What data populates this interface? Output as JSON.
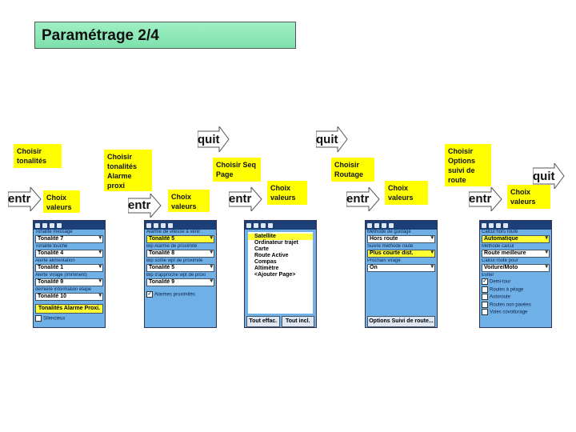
{
  "title": "Paramétrage 2/4",
  "notes": {
    "n1": "Choisir tonalités",
    "n2": "Choix valeurs",
    "n3": "Choisir tonalités Alarme proxi",
    "n4": "Choix valeurs",
    "n5": "Choisir Seq Page",
    "n6": "Choix valeurs",
    "n7": "Choisir Routage",
    "n8": "Choix valeurs",
    "n9": "Choisir Options suivi de route",
    "n10": "Choix valeurs"
  },
  "arrows": {
    "entr": "entr",
    "quit": "quit"
  },
  "screen1": {
    "l1": "Tonalité message",
    "v1": "Tonalité 7",
    "l2": "Tonalité touche",
    "v2": "Tonalité 4",
    "l3": "Alerte alimentation",
    "v3": "Tonalité 1",
    "l4": "Alerte Virage (Imminent)",
    "v4": "Tonalité 9",
    "l5": "dernière information étape",
    "v5": "Tonalité 10",
    "button": "Tonalités Alarme Proxi.",
    "check": "Silencieux"
  },
  "screen2": {
    "l1": "Alarme de vitesse à venir",
    "v1": "Tonalité 5",
    "l2": "Bip Alarme de proximité",
    "v2": "Tonalité 8",
    "l3": "Bip sortie wpt de proximité",
    "v3": "Tonalité 5",
    "l4": "Bip d'approche wpt de proxi",
    "v4": "Tonalité 9",
    "check": "Alarmes proximités"
  },
  "screen3": {
    "items": [
      "Satellite",
      "Ordinateur trajet",
      "Carte",
      "Route Active",
      "Compas",
      "Altimètre",
      "<Ajouter Page>"
    ],
    "btn1": "Tout effac.",
    "btn2": "Tout incl."
  },
  "screen4": {
    "l1": "Méthode de guidage",
    "v1": "Hors route",
    "l2": "Suivre méthode route",
    "v2": "Plus courte dist.",
    "l3": "Prochain virage",
    "v3": "On",
    "button": "Options Suivi de route..."
  },
  "screen5": {
    "l1": "Calcul hors route",
    "v1": "Automatique",
    "l2": "Méthode calcul",
    "v2": "Route meilleure",
    "l3": "Calcul route pour",
    "v3": "Voiture/Moto",
    "l4": "Eviter",
    "c1": "Demi-tour",
    "c2": "Routes à péage",
    "c3": "Autoroute",
    "c4": "Routes non pavées",
    "c5": "Voies covoiturage"
  }
}
